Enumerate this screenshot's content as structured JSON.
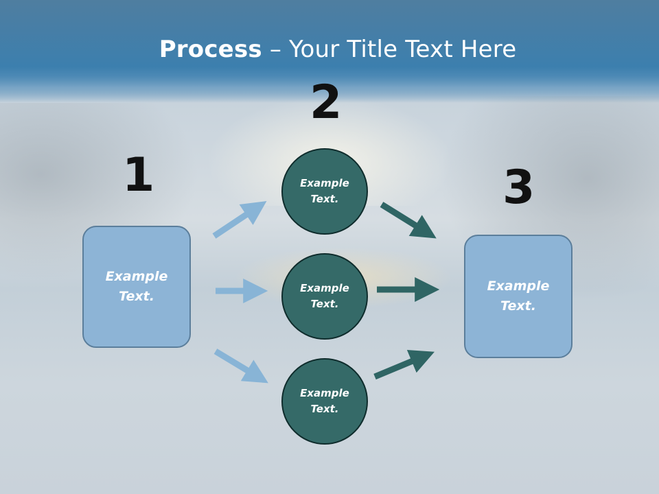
{
  "slide": {
    "title_bold": "Process",
    "title_rest": " – Your Title Text Here",
    "numbers": [
      "1",
      "2",
      "3"
    ],
    "left_box": "Example\nText.",
    "circles": [
      "Example\nText.",
      "Example\nText.",
      "Example\nText."
    ],
    "right_box": "Example\nText."
  },
  "colors": {
    "box_fill": "#8db4d6",
    "circle_fill": "#356a68",
    "light_arrow": "#88b4d6",
    "dark_arrow": "#2f6564"
  }
}
